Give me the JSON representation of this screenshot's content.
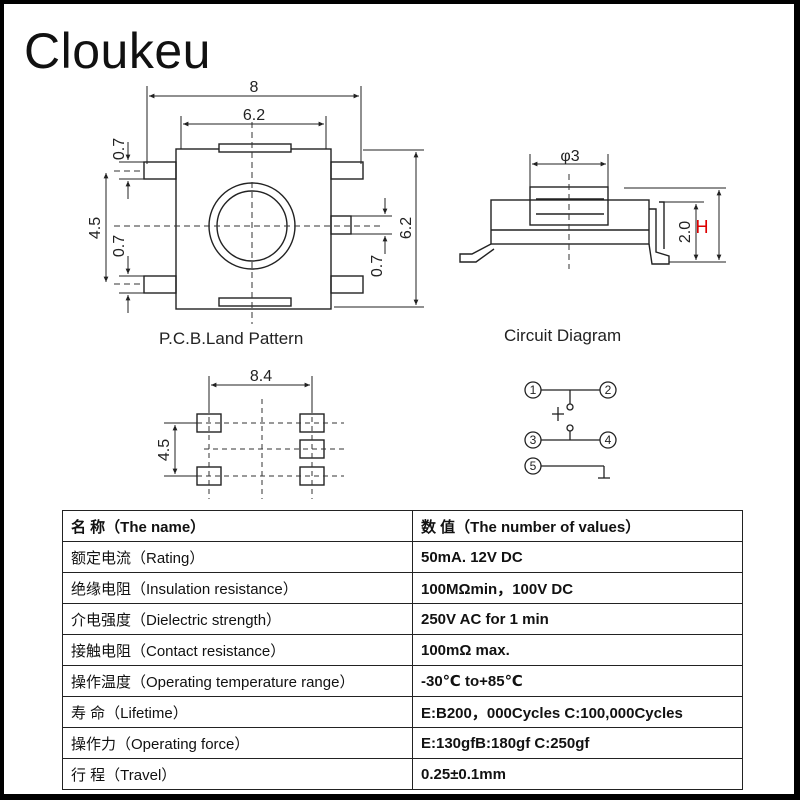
{
  "brand": "Cloukeu",
  "captions": {
    "pcb_land_pattern": "P.C.B.Land Pattern",
    "circuit_diagram": "Circuit Diagram"
  },
  "dimensions": {
    "body_width": "8",
    "body_inner": "6.2",
    "pin_width_top": "0.7",
    "pin_pitch": "4.5",
    "pin_width_left": "0.7",
    "pin_width_right": "0.7",
    "body_height": "6.2",
    "button_diameter": "φ3",
    "side_height": "2.0",
    "height_symbol": "H",
    "land_width": "8.4",
    "land_pitch": "4.5"
  },
  "circuit": {
    "pins": [
      "1",
      "2",
      "3",
      "4",
      "5"
    ]
  },
  "spec_table": {
    "rows": [
      {
        "name": "名  称（The name）",
        "value": "数  值（The number of values）"
      },
      {
        "name": "额定电流（Rating）",
        "value": "50mA. 12V DC"
      },
      {
        "name": "绝缘电阻（Insulation resistance）",
        "value": "100MΩmin，100V DC"
      },
      {
        "name": "介电强度（Dielectric strength）",
        "value": "250V AC for 1 min"
      },
      {
        "name": "接触电阻（Contact resistance）",
        "value": "100mΩ   max."
      },
      {
        "name": "操作温度（Operating temperature range）",
        "value": "-30℃  to+85℃"
      },
      {
        "name": "寿  命（Lifetime）",
        "value": "E:B200，000Cycles C:100,000Cycles"
      },
      {
        "name": "操作力（Operating force）",
        "value": "  E:130gfB:180gf C:250gf"
      },
      {
        "name": "行  程（Travel）",
        "value": "0.25±0.1mm"
      }
    ]
  }
}
